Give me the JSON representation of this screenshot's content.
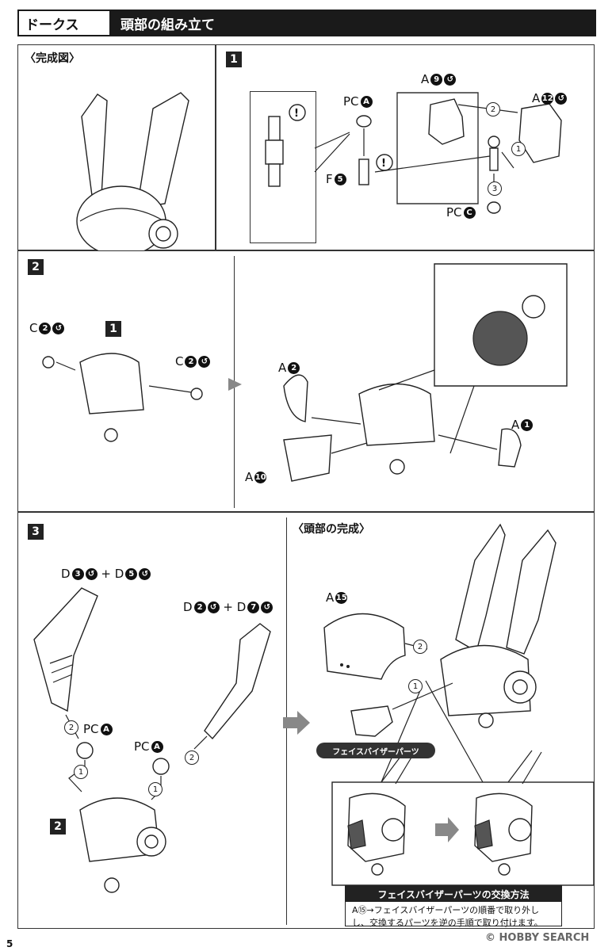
{
  "header": {
    "section": "ドークス",
    "title": "頭部の組み立て"
  },
  "completed_label": "〈完成図〉",
  "step1": {
    "badge": "1",
    "parts": {
      "pc_a": "PC",
      "pc_a_sym": "A",
      "f5": "F",
      "f5_sym": "5",
      "a9": "A",
      "a9_sym": "9",
      "a12": "A",
      "a12_sym": "12",
      "pc_c": "PC",
      "pc_c_sym": "C"
    },
    "steps": [
      "1",
      "2",
      "3"
    ]
  },
  "step2": {
    "badge": "2",
    "inner_ref": "1",
    "parts": {
      "c2_left": "C",
      "c2_left_sym": "2",
      "c2_right": "C",
      "c2_right_sym": "2",
      "a2": "A",
      "a2_sym": "2",
      "a1": "A",
      "a1_sym": "1",
      "a10": "A",
      "a10_sym": "10"
    }
  },
  "step3": {
    "badge": "3",
    "left_parts": {
      "d3": "D",
      "d3_sym": "3",
      "plus": "+",
      "d5": "D",
      "d5_sym": "5"
    },
    "right_parts": {
      "d2": "D",
      "d2_sym": "2",
      "plus": "+",
      "d7": "D",
      "d7_sym": "7"
    },
    "pc_a_left": "PC",
    "pc_a_left_sym": "A",
    "pc_a_right": "PC",
    "pc_a_right_sym": "A",
    "inner_ref": "2",
    "steps": [
      "1",
      "2"
    ]
  },
  "head_complete": {
    "label": "〈頭部の完成〉",
    "a15": "A",
    "a15_sym": "15",
    "visor_label": "フェイスバイザーパーツ",
    "steps": [
      "1",
      "2"
    ],
    "method": {
      "title": "フェイスバイザーパーツの交換方法",
      "line1": "A⑮→フェイスバイザーパーツの順番で取り外し",
      "line2": "し、交換するパーツを逆の手順で取り付けます。"
    }
  },
  "page_number": "5",
  "watermark": "© HOBBY SEARCH"
}
